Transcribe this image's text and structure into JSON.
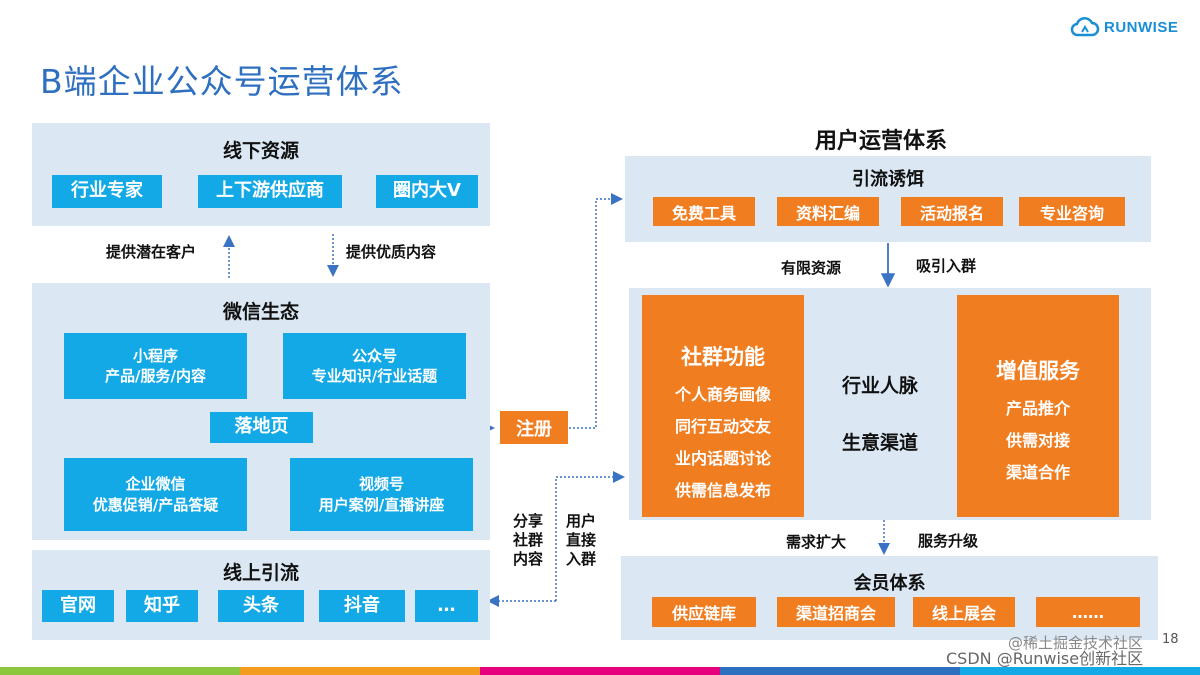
{
  "title": "B端企业公众号运营体系",
  "logo": {
    "text": "RUNWISE",
    "icon": "cloud-icon"
  },
  "offline": {
    "title": "线下资源",
    "items": [
      "行业专家",
      "上下游供应商",
      "圈内大V"
    ]
  },
  "arrow_labels": {
    "up": "提供潜在客户",
    "down": "提供优质内容",
    "share": "分享\n社群\n内容",
    "join": "用户\n直接\n入群",
    "limited": "有限资源",
    "attract": "吸引入群",
    "demand": "需求扩大",
    "upgrade": "服务升级"
  },
  "wechat": {
    "title": "微信生态",
    "mini_program": {
      "line1": "小程序",
      "line2": "产品/服务/内容"
    },
    "official_account": {
      "line1": "公众号",
      "line2": "专业知识/行业话题"
    },
    "landing": "落地页",
    "wecom": {
      "line1": "企业微信",
      "line2": "优惠促销/产品答疑"
    },
    "channels": {
      "line1": "视频号",
      "line2": "用户案例/直播讲座"
    }
  },
  "online": {
    "title": "线上引流",
    "items": [
      "官网",
      "知乎",
      "头条",
      "抖音",
      "…"
    ]
  },
  "register": "注册",
  "user_ops": {
    "title": "用户运营体系",
    "bait": {
      "title": "引流诱饵",
      "items": [
        "免费工具",
        "资料汇编",
        "活动报名",
        "专业咨询"
      ]
    },
    "community": {
      "title": "社群功能",
      "items": [
        "个人商务画像",
        "同行互动交友",
        "业内话题讨论",
        "供需信息发布"
      ]
    },
    "middle": {
      "line1": "行业人脉",
      "line2": "生意渠道"
    },
    "value": {
      "title": "增值服务",
      "items": [
        "产品推介",
        "供需对接",
        "渠道合作"
      ]
    },
    "member": {
      "title": "会员体系",
      "items": [
        "供应链库",
        "渠道招商会",
        "线上展会",
        "……"
      ]
    }
  },
  "page_number": "18",
  "watermark": "CSDN @Runwise创新社区",
  "watermark2": "@稀土掘金技术社区",
  "colors": {
    "blue": "#12a9e6",
    "orange": "#f07d20",
    "panel": "#dbe8f4",
    "title": "#2f6fc0"
  }
}
